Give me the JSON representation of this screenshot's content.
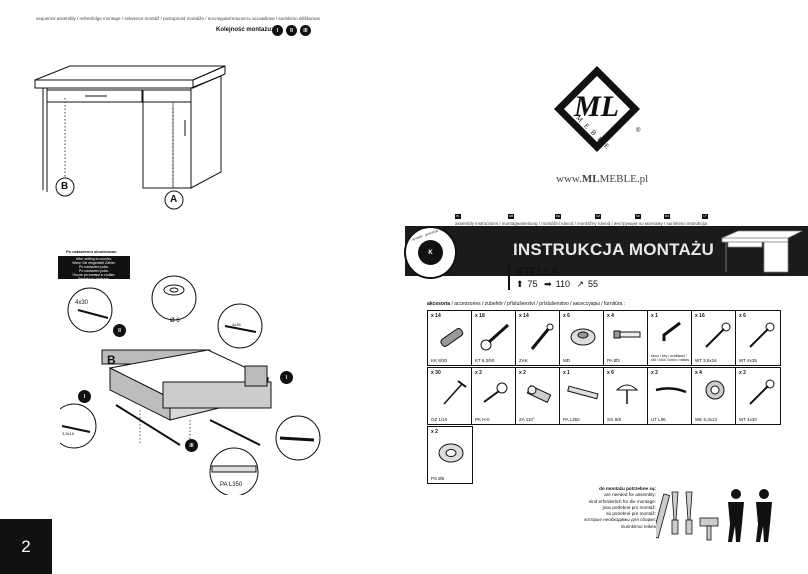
{
  "header": {
    "sequence_line": "sequence assembly / reihenfolge montage / sekvence montáž / postupnosť montáže / последовательность ассамблеи / surinkimo eiliškumas",
    "order_label": "Kolejność montażu:",
    "steps": [
      "I",
      "II",
      "III"
    ]
  },
  "page_number": "2",
  "left_diagram": {
    "labels": {
      "a": "A",
      "b": "B"
    },
    "note_title": "Po ustawieniu skontrować.",
    "note_lines": [
      "After setting to counter.",
      "Wenn Sie eingestellt Zähler.",
      "Po nastavení pultu.",
      "Po nastavení pultu.",
      "После установки в стойке.",
      "Pastatyus į čiobuvis."
    ],
    "callouts": {
      "screw": "4x30",
      "dia": "Ø 6",
      "wt": "4x35",
      "pa": "PA L350",
      "wt2": "3,5x16",
      "step1": "I",
      "step2": "II",
      "step3": "III"
    }
  },
  "brand": {
    "logo_letters": "ML",
    "meble": "MEBLE",
    "registered": "®",
    "www_prefix": "www.",
    "www_bold": "ML",
    "www_suffix": "MEBLE.pl"
  },
  "instructions": {
    "flags": [
      "PL",
      "GB",
      "DE",
      "CZ",
      "SK",
      "RU",
      "LT"
    ],
    "assembly_line": "assembly instructions / montageanleitung / montážní návod / montážny návod / инструкции по монтажу / surinkimo instrukcija",
    "seal_text": "K",
    "seal_ring": "sprawdź · gwarancja · jakości",
    "title": "INSTRUKCJA MONTAŻU",
    "product": "STELLA",
    "dims": [
      "75",
      "110",
      "55"
    ]
  },
  "accessories": {
    "heading_bold": "akcesoria",
    "heading_rest": " / accessories / zubehör / příslušenství / príslušenstvo / аксессуары / furnitūra :",
    "row1": [
      {
        "count": "x 14",
        "label": "KK 8/30",
        "icon": "dowel-icon"
      },
      {
        "count": "x 18",
        "label": "KT 6,3/50",
        "icon": "confirmat-screw-icon"
      },
      {
        "count": "x 14",
        "label": "ZAK",
        "icon": "cam-pin-icon"
      },
      {
        "count": "x 6",
        "label": "MD",
        "icon": "cam-lock-icon"
      },
      {
        "count": "x 4",
        "label": "PA Ø3",
        "icon": "pin-icon"
      },
      {
        "count": "x 1",
        "label": "klucz / key / schlüssel / klíč / kľúč / ключ / raktas",
        "icon": "hex-key-icon"
      },
      {
        "count": "x 16",
        "label": "WT 3,5x16",
        "icon": "wood-screw-icon"
      },
      {
        "count": "x 6",
        "label": "WT 4x35",
        "icon": "wood-screw-icon"
      }
    ],
    "row2": [
      {
        "count": "x 30",
        "label": "GZ 1/10",
        "icon": "nail-icon"
      },
      {
        "count": "x 2",
        "label": "PK H-0",
        "icon": "bolt-icon"
      },
      {
        "count": "x 2",
        "label": "ZA 110°",
        "icon": "hinge-icon"
      },
      {
        "count": "x 1",
        "label": "PA L350",
        "icon": "drawer-runner-icon"
      },
      {
        "count": "x 6",
        "label": "SG 8/8",
        "icon": "glide-icon"
      },
      {
        "count": "x 2",
        "label": "UT L96",
        "icon": "handle-icon"
      },
      {
        "count": "x 4",
        "label": "WE 6,3x13",
        "icon": "insert-nut-icon"
      },
      {
        "count": "x 2",
        "label": "WT 4x30",
        "icon": "wood-screw-icon"
      }
    ],
    "row3": [
      {
        "count": "x 2",
        "label": "PS Ø6",
        "icon": "cover-cap-icon"
      }
    ]
  },
  "needed": {
    "title": "do montażu potrzebne są:",
    "lines": [
      "are needed for assembly:",
      "sind erforderlich für die montage:",
      "jsou potřebné pro montáž:",
      "sú potrebné pre montáž:",
      "которые необходимы для сборки:",
      "Surinkimui reikės"
    ]
  }
}
